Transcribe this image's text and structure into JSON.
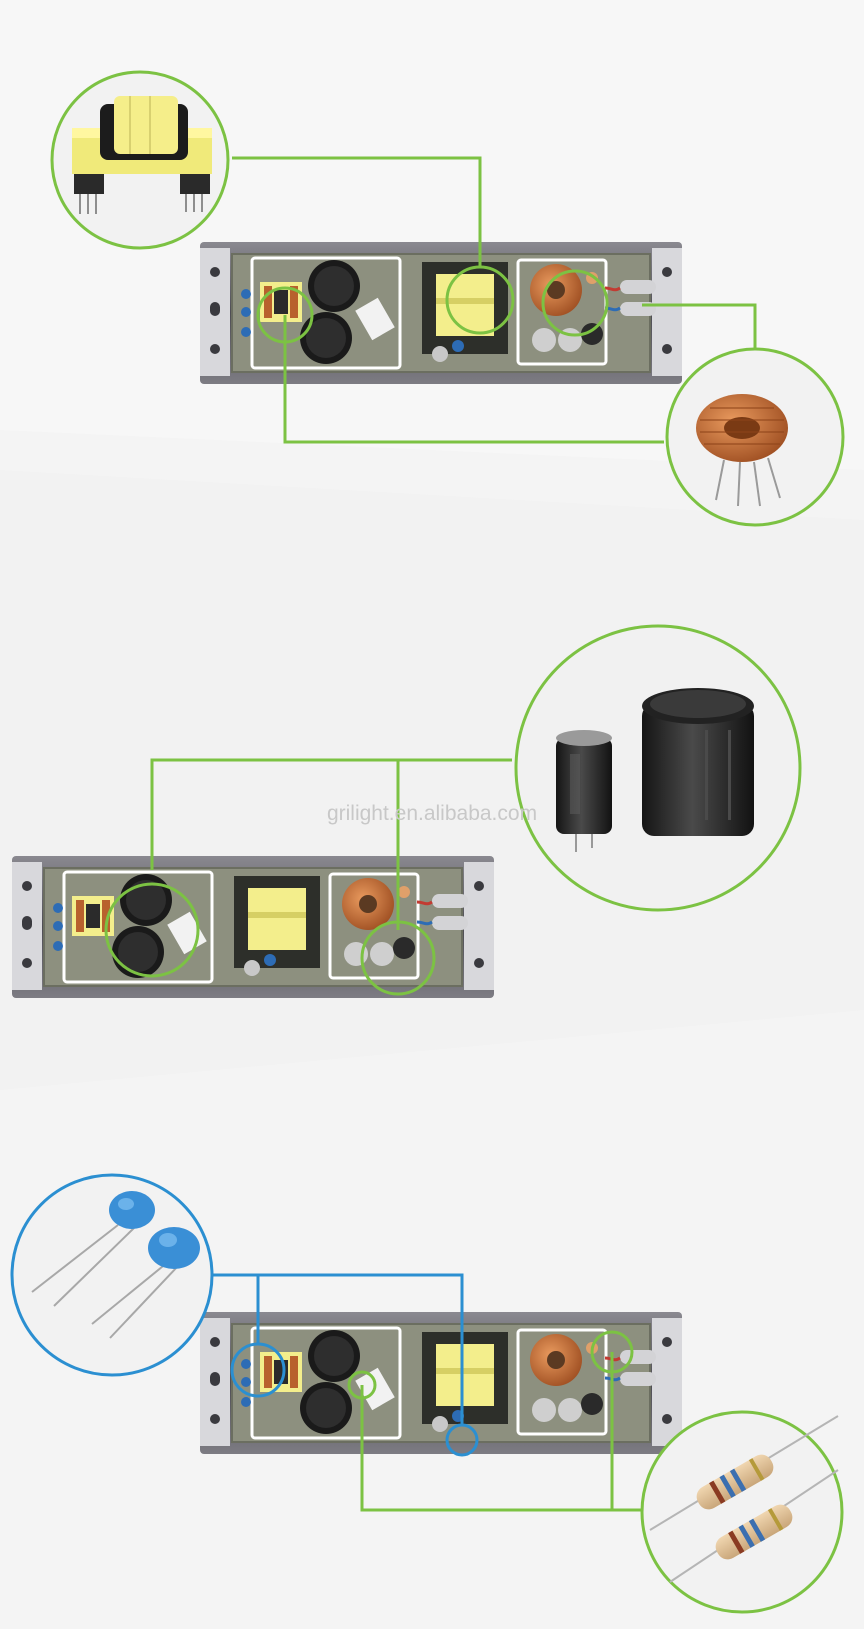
{
  "watermark": "grilight.en.alibaba.com",
  "colors": {
    "background": "#f4f4f4",
    "callout_green": "#7cc243",
    "callout_blue": "#2b8fd1",
    "housing": "#5d5c63",
    "pcb": "#8a8f7e",
    "transformer_yellow": "#f3ee8c",
    "copper": "#c0622e"
  },
  "panels": [
    {
      "component": "transformer / toroidal inductor",
      "callout_color": "green"
    },
    {
      "component": "electrolytic capacitors",
      "callout_color": "green"
    },
    {
      "component": "ceramic capacitors / resistors",
      "callout_color": "blue and green"
    }
  ]
}
